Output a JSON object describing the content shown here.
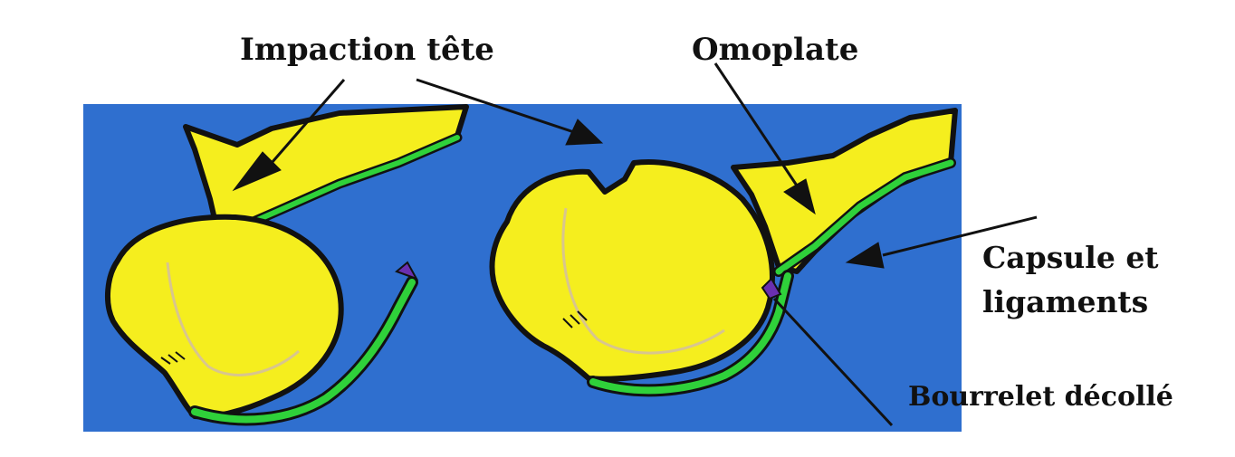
{
  "labels": {
    "impaction": "Impaction tête",
    "omoplate": "Omoplate",
    "capsule_line1": "Capsule et",
    "capsule_line2": "ligaments",
    "bourrelet": "Bourrelet décollé"
  },
  "colors": {
    "background_panel": "#2f6fcf",
    "bone": "#f5ee1e",
    "bone_shade": "#d8c58e",
    "capsule": "#2fd13a",
    "labrum": "#6a2fb0",
    "outline": "#111111",
    "text": "#111111"
  },
  "icons": {
    "pointer": "arrow-pointer"
  }
}
